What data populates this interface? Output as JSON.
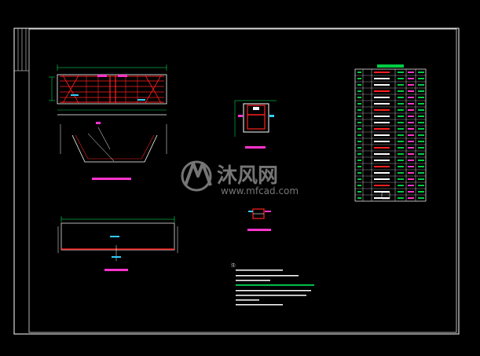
{
  "watermark": {
    "brand_cn": "沐风网",
    "url": "www.mfcad.com"
  },
  "colors": {
    "background": "#000000",
    "frame": "#ffffff",
    "drawing_red": "#ff2020",
    "drawing_white": "#ffffff",
    "dimension_green": "#00ff66",
    "label_magenta": "#ff33cc",
    "cyan": "#33ccff",
    "table_green": "#00cc44",
    "watermark": "#8a8a8a"
  },
  "drawings": {
    "notes_heading": "注:"
  }
}
